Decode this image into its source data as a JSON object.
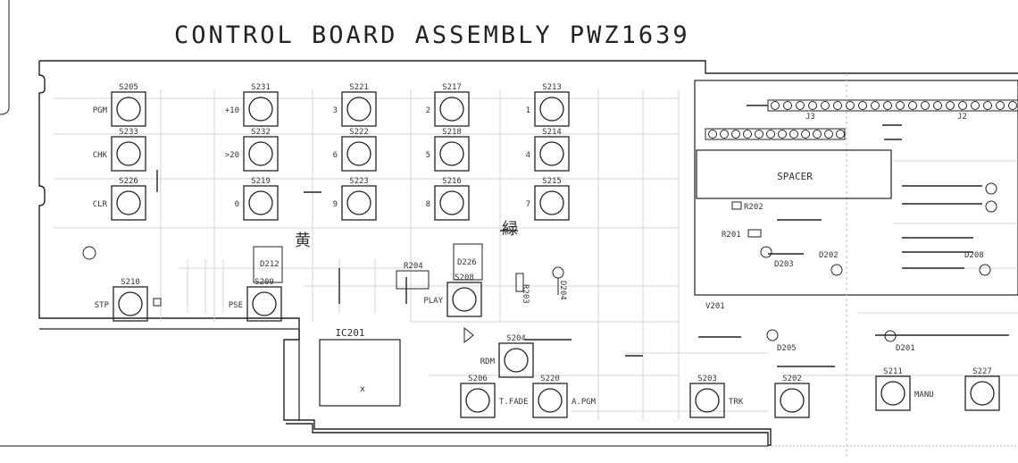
{
  "title": "CONTROL BOARD ASSEMBLY PWZ1639",
  "colors": {
    "ink": "#333333",
    "trace": "#bdbdbd",
    "paper": "#ffffff"
  },
  "switches": [
    {
      "ref": "S205",
      "label": "PGM"
    },
    {
      "ref": "S233",
      "label": "CHK"
    },
    {
      "ref": "S226",
      "label": "CLR"
    },
    {
      "ref": "S231",
      "label": "+10"
    },
    {
      "ref": "S232",
      "label": ">20"
    },
    {
      "ref": "S219",
      "label": "0"
    },
    {
      "ref": "S221",
      "label": "3"
    },
    {
      "ref": "S222",
      "label": "6"
    },
    {
      "ref": "S223",
      "label": "9"
    },
    {
      "ref": "S217",
      "label": "2"
    },
    {
      "ref": "S218",
      "label": "5"
    },
    {
      "ref": "S216",
      "label": "8"
    },
    {
      "ref": "S213",
      "label": "1"
    },
    {
      "ref": "S214",
      "label": "4"
    },
    {
      "ref": "S215",
      "label": "7"
    },
    {
      "ref": "S210",
      "label": "STP"
    },
    {
      "ref": "S209",
      "label": "PSE"
    },
    {
      "ref": "S208",
      "label": "PLAY"
    },
    {
      "ref": "S204",
      "label": "RDM"
    },
    {
      "ref": "S206",
      "label": "T.FADE"
    },
    {
      "ref": "S220",
      "label": "A.PGM"
    },
    {
      "ref": "S203",
      "label": "TRK"
    },
    {
      "ref": "S202",
      "label": ""
    },
    {
      "ref": "S211",
      "label": "MANU"
    },
    {
      "ref": "S227",
      "label": ""
    }
  ],
  "misc_labels": {
    "ic201": "IC201",
    "spacer": "SPACER",
    "j3": "J3",
    "j2": "J2",
    "d212": "D212",
    "d226": "D226",
    "d203": "D203",
    "d202": "D202",
    "d208": "D208",
    "d205": "D205",
    "d201": "D201",
    "r202": "R202",
    "r201": "R201",
    "r203": "R203",
    "r204": "R204",
    "v201": "V201",
    "d204": "D204",
    "kanji_yellow": "黄",
    "kanji_green": "緑"
  }
}
